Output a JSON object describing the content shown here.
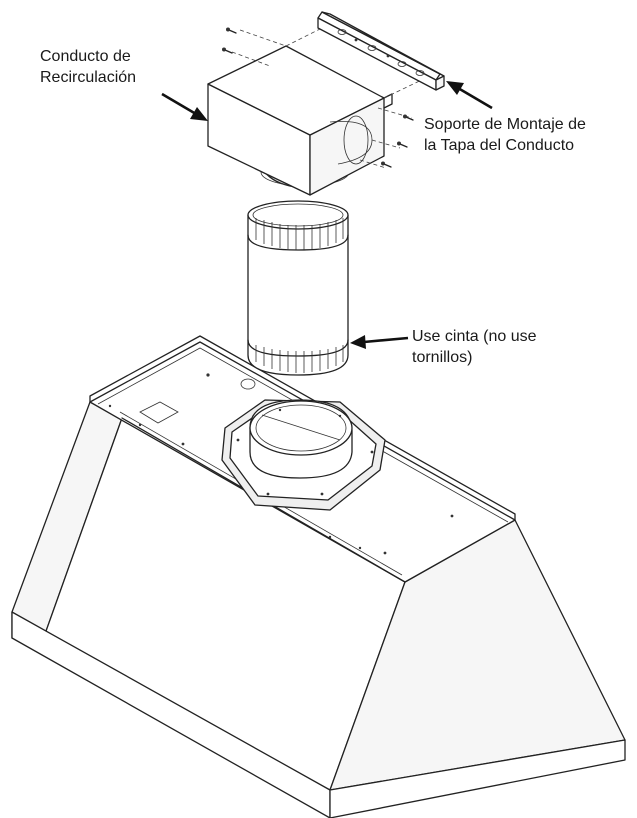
{
  "labels": {
    "recirculation_duct": {
      "line1": "Conducto de",
      "line2": "Recirculación"
    },
    "mounting_bracket": {
      "line1": "Soporte de Montaje de",
      "line2": "la Tapa del Conducto"
    },
    "tape_note": {
      "line1": "Use cinta (no use",
      "line2": "tornillos)"
    }
  },
  "colors": {
    "line": "#222222",
    "text": "#1a1a1a",
    "background": "#ffffff"
  }
}
